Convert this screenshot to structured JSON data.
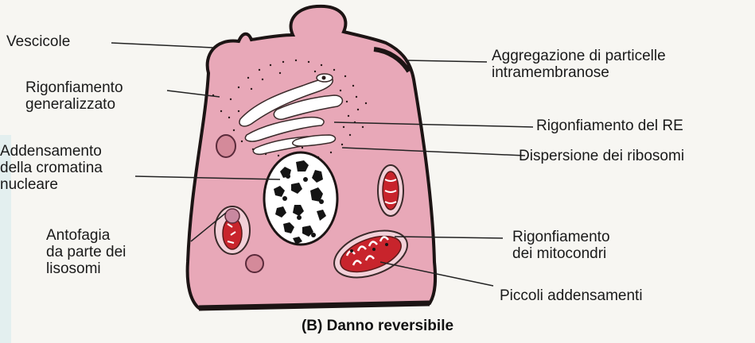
{
  "labels": {
    "vescicole": "Vescicole",
    "rigonfiamento_generalizzato": [
      "Rigonfiamento",
      "generalizzato"
    ],
    "addensamento_cromatina": [
      "Addensamento",
      "della cromatina",
      "nucleare"
    ],
    "antofagia": [
      "Antofagia",
      "da parte dei",
      "lisosomi"
    ],
    "aggregazione": [
      "Aggregazione di particelle",
      "intramembranose"
    ],
    "rigonfiamento_re": "Rigonfiamento del RE",
    "dispersione_ribosomi": "Dispersione dei ribosomi",
    "rigonfiamento_mitocondri": [
      "Rigonfiamento",
      "dei mitocondri"
    ],
    "piccoli_addensamenti": "Piccoli addensamenti"
  },
  "caption": "(B) Danno reversibile",
  "colors": {
    "cytoplasm": "#e7a7b7",
    "membrane": "#1c1414",
    "mitochondria": "#c8242c",
    "nucleus_bg": "#ffffff",
    "chromatin": "#141414"
  }
}
